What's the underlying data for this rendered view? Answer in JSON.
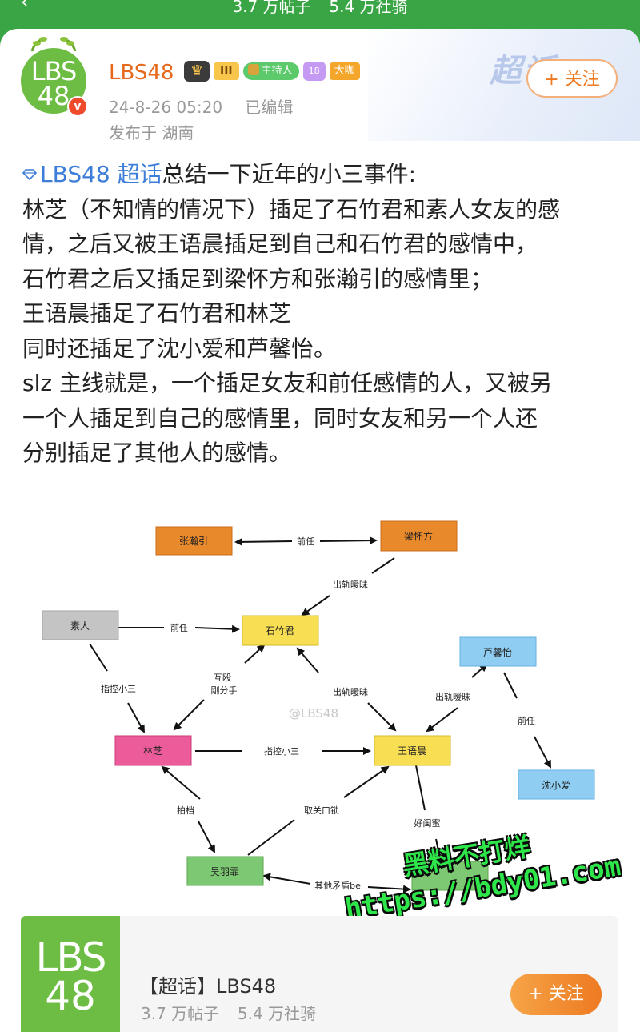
{
  "topbar": {
    "back_icon": "chevron-left-icon",
    "posts_count": "3.7 万帖子",
    "members_count": "5.4 万社骑"
  },
  "header": {
    "super_topic_tag": "超话",
    "avatar_text_line1": "LBS",
    "avatar_text_line2": "48",
    "verified_badge": "v",
    "username": "LBS48",
    "badges": {
      "crown_icon": "♛",
      "level_label": "III",
      "host_label": "主持人",
      "gem_label": "18",
      "big_fan_label": "大咖"
    },
    "timestamp": "24-8-26 05:20",
    "edited_label": "已编辑",
    "location": "发布于 湖南",
    "follow_label": "+ 关注"
  },
  "post": {
    "topic_link": "LBS48 超话",
    "lines": [
      "总结一下近年的小三事件:",
      "林芝（不知情的情况下）插足了石竹君和素人女友的感",
      "情，之后又被王语晨插足到自己和石竹君的感情中，",
      "石竹君之后又插足到梁怀方和张瀚引的感情里；",
      "王语晨插足了石竹君和林芝",
      "同时还插足了沈小爱和芦馨怡。",
      "slz 主线就是，一个插足女友和前任感情的人，又被另",
      "一个人插足到自己的感情里，同时女友和另一个人还",
      "分别插足了其他人的感情。"
    ]
  },
  "diagram": {
    "nodes": {
      "zhanghanyin": "张瀚引",
      "lianghuaifang": "梁怀方",
      "suren": "素人",
      "shizhujun": "石竹君",
      "luxinyi": "芦馨怡",
      "linzhi": "林芝",
      "wangyuchen": "王语晨",
      "shenxiaoai": "沈小爱",
      "wuyufei": "吴羽霏"
    },
    "edges": {
      "qianren_top": "前任",
      "chugui1": "出轨暧昧",
      "qianren_left": "前任",
      "zhikong_left": "指控小三",
      "huqin": "互殴",
      "gangfenshou": "刚分手",
      "chugui2": "出轨暧昧",
      "chugui3": "出轨暧昧",
      "qianren_right": "前任",
      "zhikong_mid": "指控小三",
      "paidang": "拍档",
      "qu_guan_kou_suo": "取关口锁",
      "haoguimi": "好闺蜜",
      "qita_maodun": "其他矛盾be"
    },
    "watermark": "@LBS48",
    "colors": {
      "orange": "#e8892b",
      "gray": "#c4c4c4",
      "yellow": "#f7de52",
      "blue": "#8fcdf2",
      "pink": "#ec5c9a",
      "green": "#7dc872"
    }
  },
  "overlay_watermark": {
    "line1": "黑料不打烊",
    "line2": "https://bdy01.com"
  },
  "bottom_card": {
    "logo_line1": "LBS",
    "logo_line2": "48",
    "title": "【超话】LBS48",
    "posts_count": "3.7 万帖子",
    "members_count": "5.4 万社骑",
    "follow_label": "+ 关注"
  }
}
